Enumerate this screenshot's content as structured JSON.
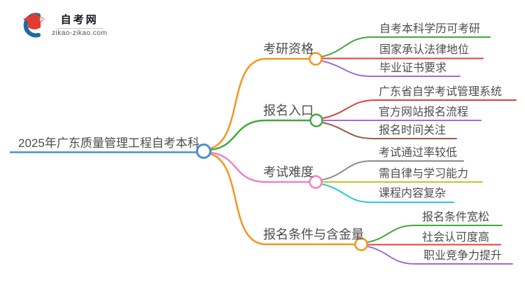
{
  "site": {
    "name": "自考网",
    "domain": "zikao-zikao.com"
  },
  "logo": {
    "cap_color": "#e23c31",
    "swoosh_color": "#1b69a8",
    "tassel_color": "#dfe4ea"
  },
  "topic": {
    "label": "2025年广东质量管理工程自考本科",
    "color": "#4a90d2"
  },
  "branches": [
    {
      "label": "考研资格",
      "color": "#f7941e",
      "children": [
        {
          "label": "自考本科学历可考研",
          "color": "#3fa93c"
        },
        {
          "label": "国家承认法律地位",
          "color": "#e04038"
        },
        {
          "label": "毕业证书要求",
          "color": "#a06bd8"
        }
      ]
    },
    {
      "label": "报名入口",
      "color": "#3fa93c",
      "children": [
        {
          "label": "广东省自学考试管理系统",
          "color": "#e04038"
        },
        {
          "label": "官方网站报名流程",
          "color": "#a06bd8"
        },
        {
          "label": "报名时间关注",
          "color": "#9a5a48"
        }
      ]
    },
    {
      "label": "考试难度",
      "color": "#f080c8",
      "children": [
        {
          "label": "考试通过率较低",
          "color": "#8c8c8c"
        },
        {
          "label": "需自律与学习能力",
          "color": "#c5c42c"
        },
        {
          "label": "课程内容复杂",
          "color": "#2bc8da"
        }
      ]
    },
    {
      "label": "报名条件与含金量",
      "color": "#f7941e",
      "children": [
        {
          "label": "报名条件宽松",
          "color": "#3fa93c"
        },
        {
          "label": "社会认可度高",
          "color": "#e04038"
        },
        {
          "label": "职业竞争力提升",
          "color": "#a06bd8"
        }
      ]
    }
  ]
}
